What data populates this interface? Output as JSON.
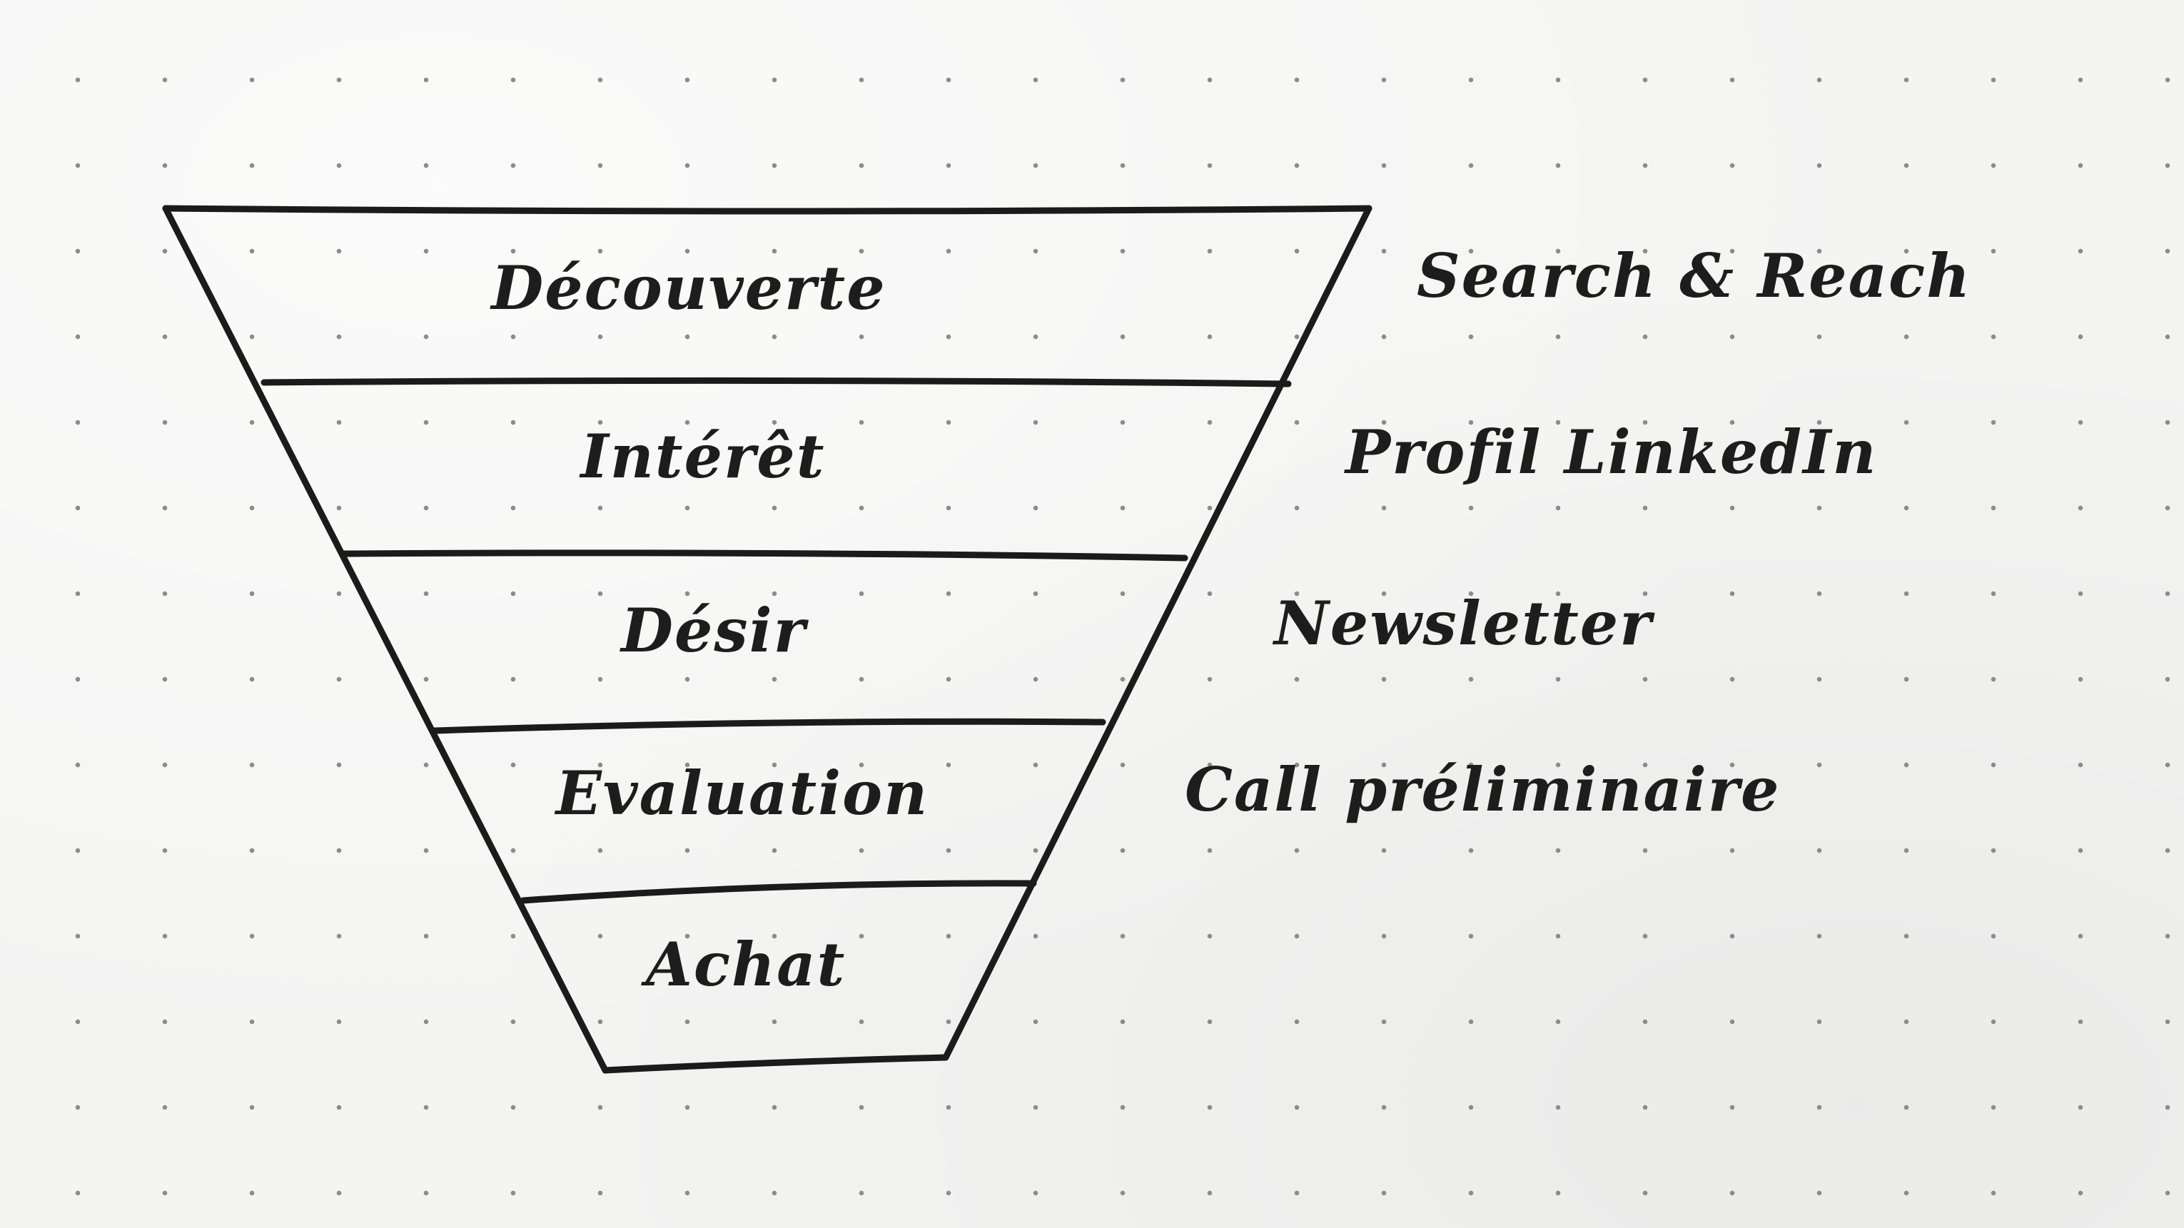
{
  "funnel": {
    "stages": [
      {
        "label": "Découverte",
        "channel": "Search & Reach"
      },
      {
        "label": "Intérêt",
        "channel": "Profil LinkedIn"
      },
      {
        "label": "Désir",
        "channel": "Newsletter"
      },
      {
        "label": "Evaluation",
        "channel": "Call préliminaire"
      },
      {
        "label": "Achat",
        "channel": ""
      }
    ]
  },
  "colors": {
    "ink": "#1b1b1b",
    "paper": "#f4f4f3",
    "dots": "#8c8c8c"
  }
}
